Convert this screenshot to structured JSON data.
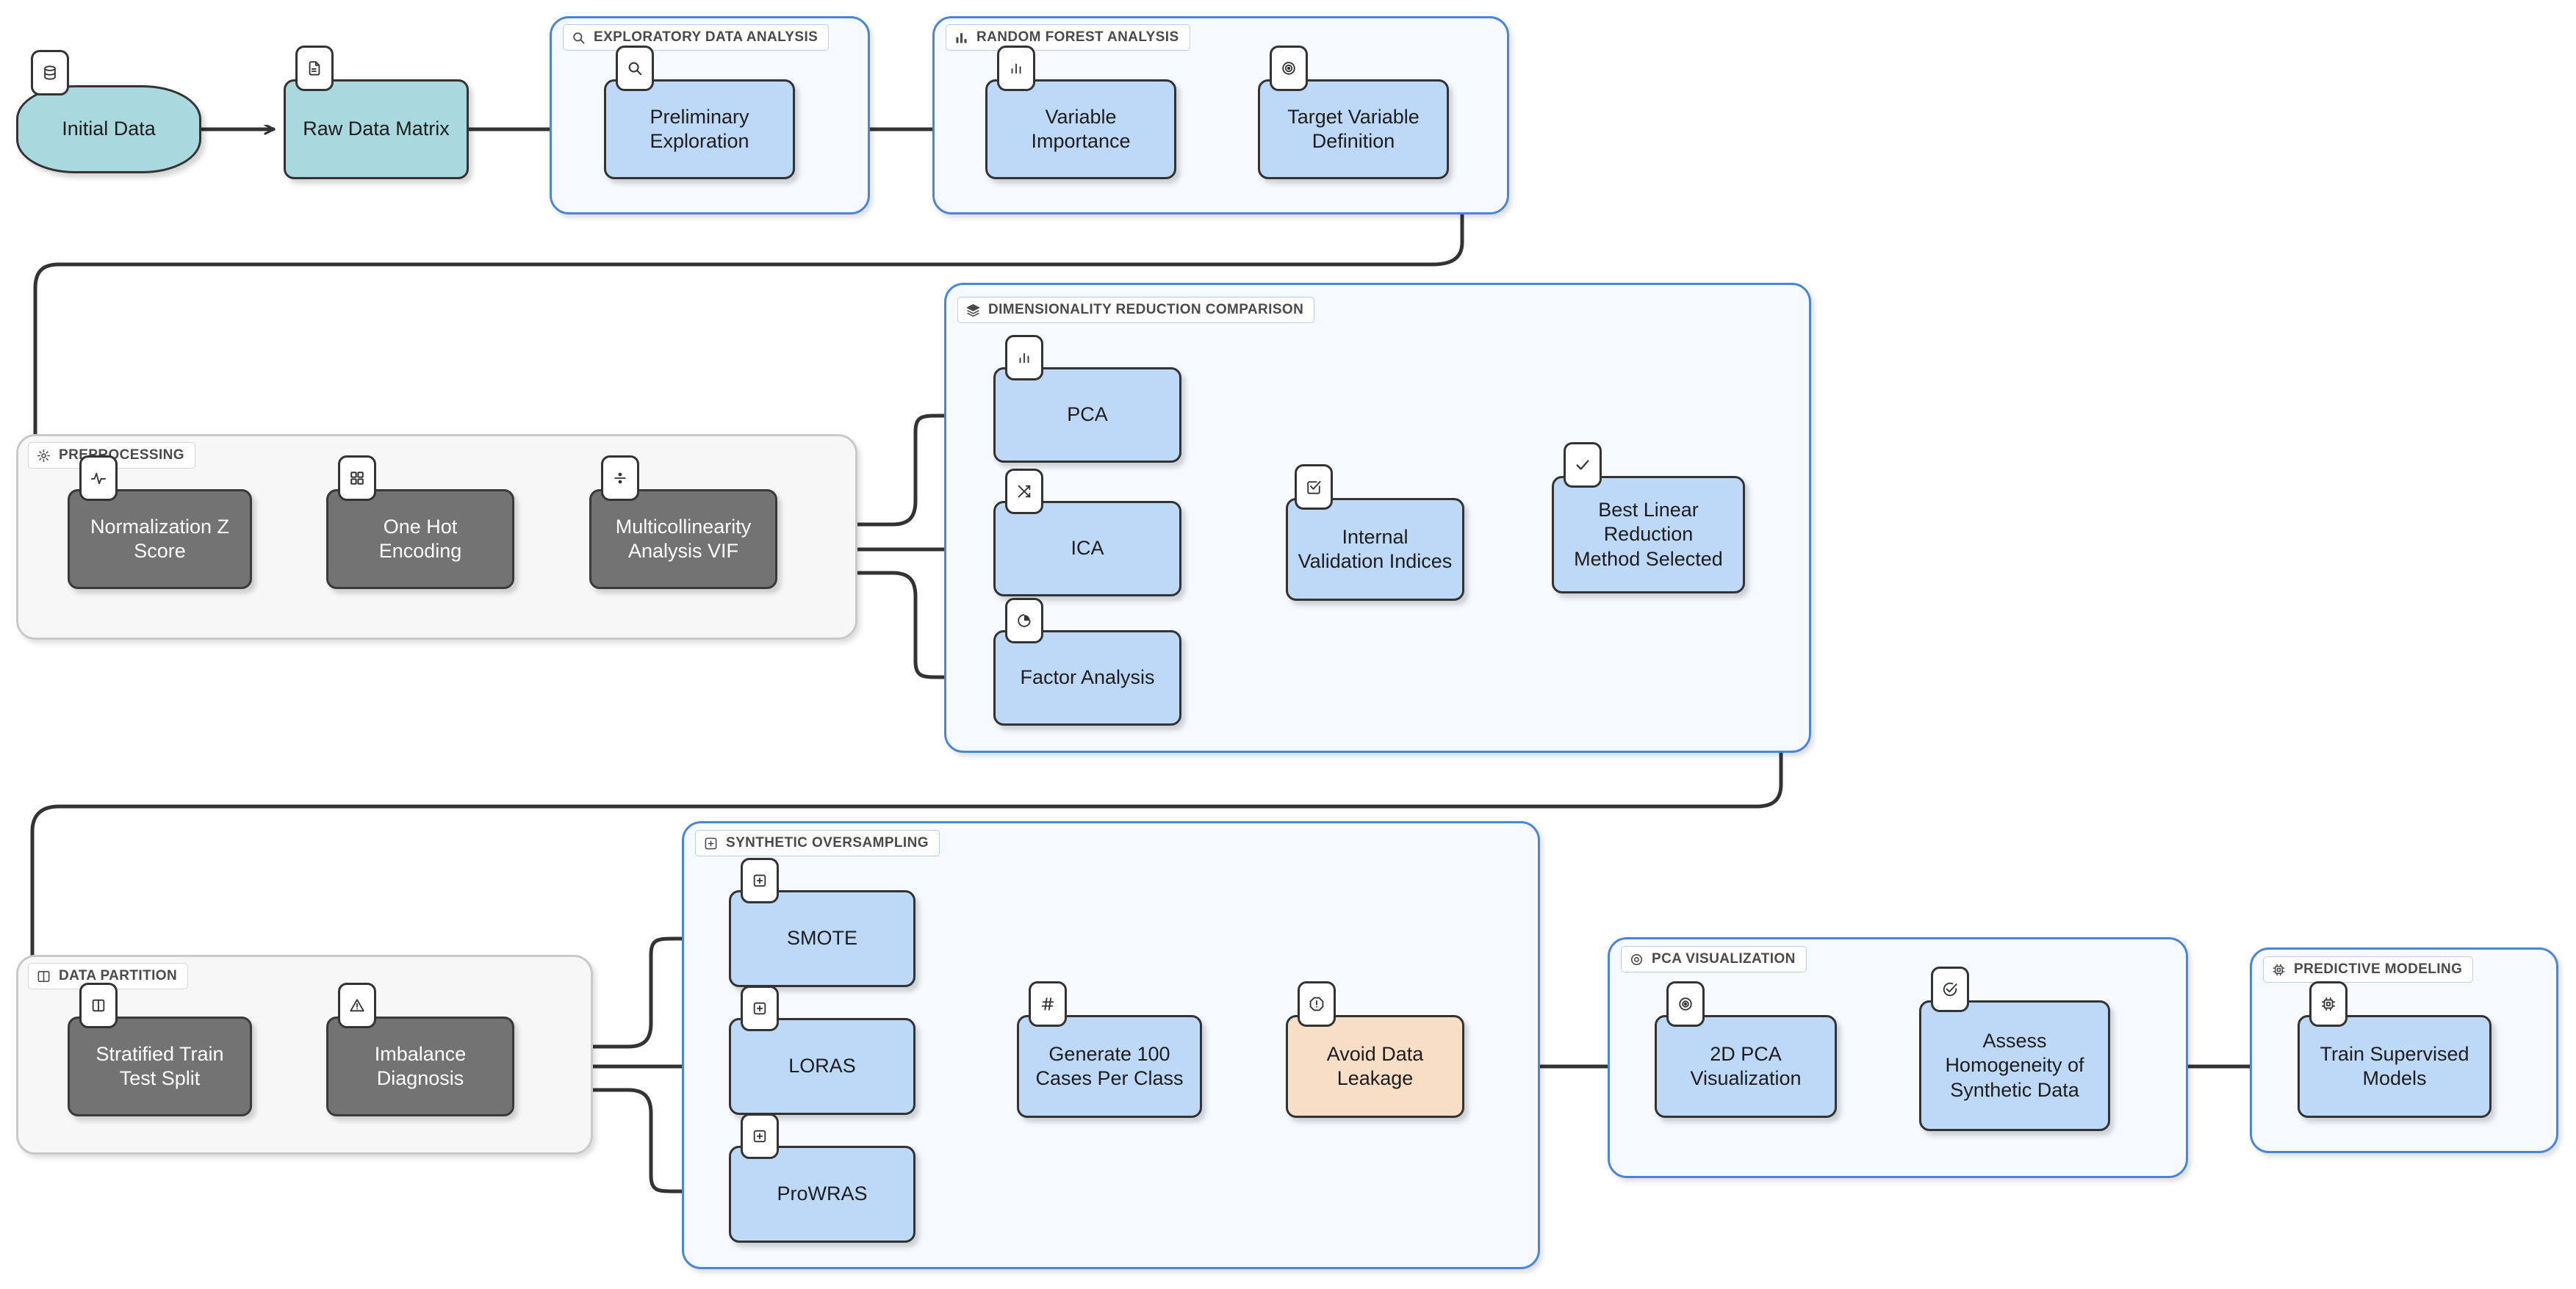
{
  "diagram": {
    "title": "Machine Learning Pipeline Flowchart",
    "colors": {
      "teal": "#a9d9de",
      "blue": "#bed9f7",
      "dark_grey": "#737373",
      "orange": "#f8dec6",
      "group_blue_border": "#4a86d8",
      "group_grey_border": "#c9c9c9",
      "group_blue_fill": "#f6f9fe",
      "group_grey_fill": "#f7f7f7",
      "edge": "#333333"
    }
  },
  "groups": [
    {
      "id": "eda",
      "label": "EXPLORATORY DATA ANALYSIS",
      "icon": "search-icon",
      "style": "blue"
    },
    {
      "id": "rf",
      "label": "RANDOM FOREST ANALYSIS",
      "icon": "bar-chart-icon",
      "style": "blue"
    },
    {
      "id": "prep",
      "label": "PREPROCESSING",
      "icon": "gear-icon",
      "style": "grey"
    },
    {
      "id": "dimred",
      "label": "DIMENSIONALITY REDUCTION COMPARISON",
      "icon": "layers-icon",
      "style": "blue"
    },
    {
      "id": "partition",
      "label": "DATA PARTITION",
      "icon": "columns-icon",
      "style": "grey"
    },
    {
      "id": "synth",
      "label": "SYNTHETIC OVERSAMPLING",
      "icon": "plus-box-icon",
      "style": "blue"
    },
    {
      "id": "pcaviz",
      "label": "PCA VISUALIZATION",
      "icon": "eye-icon",
      "style": "blue"
    },
    {
      "id": "predict",
      "label": "PREDICTIVE MODELING",
      "icon": "chip-icon",
      "style": "blue"
    }
  ],
  "nodes": [
    {
      "id": "initial",
      "label": "Initial Data",
      "icon": "database-icon",
      "style": "teal"
    },
    {
      "id": "rawmatrix",
      "label": "Raw Data Matrix",
      "icon": "document-icon",
      "style": "teal"
    },
    {
      "id": "prelim",
      "label": "Preliminary\nExploration",
      "icon": "search-icon",
      "style": "blue"
    },
    {
      "id": "varimp",
      "label": "Variable\nImportance",
      "icon": "bar-chart-icon",
      "style": "blue"
    },
    {
      "id": "targetdef",
      "label": "Target Variable\nDefinition",
      "icon": "target-icon",
      "style": "blue"
    },
    {
      "id": "normz",
      "label": "Normalization Z\nScore",
      "icon": "pulse-icon",
      "style": "dark"
    },
    {
      "id": "onehot",
      "label": "One Hot\nEncoding",
      "icon": "grid-icon",
      "style": "dark"
    },
    {
      "id": "vif",
      "label": "Multicollinearity\nAnalysis VIF",
      "icon": "divide-icon",
      "style": "dark"
    },
    {
      "id": "pca",
      "label": "PCA",
      "icon": "bar-chart-icon",
      "style": "blue"
    },
    {
      "id": "ica",
      "label": "ICA",
      "icon": "shuffle-icon",
      "style": "blue"
    },
    {
      "id": "factor",
      "label": "Factor Analysis",
      "icon": "pie-chart-icon",
      "style": "blue"
    },
    {
      "id": "ivi",
      "label": "Internal\nValidation Indices",
      "icon": "checkbox-icon",
      "style": "blue"
    },
    {
      "id": "bestlin",
      "label": "Best Linear\nReduction\nMethod Selected",
      "icon": "check-icon",
      "style": "blue"
    },
    {
      "id": "split",
      "label": "Stratified Train\nTest Split",
      "icon": "columns-icon",
      "style": "dark"
    },
    {
      "id": "imbalance",
      "label": "Imbalance\nDiagnosis",
      "icon": "warning-icon",
      "style": "dark"
    },
    {
      "id": "smote",
      "label": "SMOTE",
      "icon": "plus-box-icon",
      "style": "blue"
    },
    {
      "id": "loras",
      "label": "LORAS",
      "icon": "plus-box-icon",
      "style": "blue"
    },
    {
      "id": "prowras",
      "label": "ProWRAS",
      "icon": "plus-box-icon",
      "style": "blue"
    },
    {
      "id": "gen100",
      "label": "Generate 100\nCases Per Class",
      "icon": "hash-icon",
      "style": "blue"
    },
    {
      "id": "leakage",
      "label": "Avoid Data\nLeakage",
      "icon": "alert-octagon-icon",
      "style": "orange"
    },
    {
      "id": "pca2d",
      "label": "2D PCA\nVisualization",
      "icon": "target-icon",
      "style": "blue"
    },
    {
      "id": "homog",
      "label": "Assess\nHomogeneity of\nSynthetic Data",
      "icon": "check-circle-icon",
      "style": "blue"
    },
    {
      "id": "trainsup",
      "label": "Train Supervised\nModels",
      "icon": "chip-icon",
      "style": "blue"
    }
  ],
  "edges": [
    {
      "from": "initial",
      "to": "rawmatrix"
    },
    {
      "from": "rawmatrix",
      "to": "prelim"
    },
    {
      "from": "prelim",
      "to": "varimp"
    },
    {
      "from": "varimp",
      "to": "targetdef"
    },
    {
      "from": "targetdef",
      "to": "normz"
    },
    {
      "from": "normz",
      "to": "onehot"
    },
    {
      "from": "onehot",
      "to": "vif"
    },
    {
      "from": "vif",
      "to": "pca"
    },
    {
      "from": "vif",
      "to": "ica"
    },
    {
      "from": "vif",
      "to": "factor"
    },
    {
      "from": "pca",
      "to": "ivi"
    },
    {
      "from": "ica",
      "to": "ivi"
    },
    {
      "from": "factor",
      "to": "ivi"
    },
    {
      "from": "ivi",
      "to": "bestlin"
    },
    {
      "from": "bestlin",
      "to": "split"
    },
    {
      "from": "split",
      "to": "imbalance"
    },
    {
      "from": "imbalance",
      "to": "smote"
    },
    {
      "from": "imbalance",
      "to": "loras"
    },
    {
      "from": "imbalance",
      "to": "prowras"
    },
    {
      "from": "smote",
      "to": "gen100"
    },
    {
      "from": "loras",
      "to": "gen100"
    },
    {
      "from": "prowras",
      "to": "gen100"
    },
    {
      "from": "gen100",
      "to": "leakage"
    },
    {
      "from": "leakage",
      "to": "pca2d"
    },
    {
      "from": "pca2d",
      "to": "homog"
    },
    {
      "from": "homog",
      "to": "trainsup"
    }
  ]
}
